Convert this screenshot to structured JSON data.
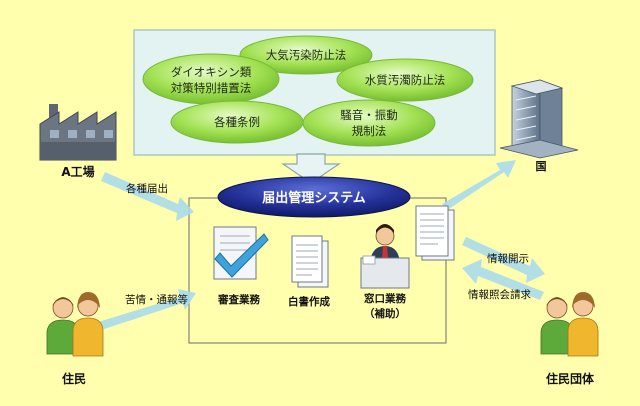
{
  "laws": {
    "air": "大気汚染防止法",
    "dioxin_line1": "ダイオキシン類",
    "dioxin_line2": "対策特別措置法",
    "water": "水質汚濁防止法",
    "ordinances": "各種条例",
    "noise_line1": "騒音・振動",
    "noise_line2": "規制法"
  },
  "system": {
    "title": "届出管理システム"
  },
  "tasks": {
    "review": "審査業務",
    "whitepaper": "白書作成",
    "counter_line1": "窓口業務",
    "counter_line2": "（補助）"
  },
  "actors": {
    "factory": "A工場",
    "residents": "住民",
    "government": "国",
    "group": "住民団体"
  },
  "flows": {
    "filings": "各種届出",
    "complaints": "苦情・通報等",
    "disclosure": "情報開示",
    "inquiry": "情報照会請求"
  },
  "colors": {
    "background": "#FFFFAE",
    "law_oval": "#8DD83B",
    "system_oval": "#1E2A8E",
    "arrow": "#A9DCEB",
    "top_panel": "#E2F3F1"
  }
}
